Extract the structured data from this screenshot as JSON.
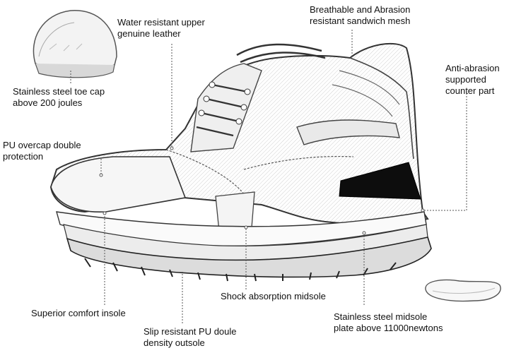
{
  "diagram": {
    "labels": {
      "water_resistant": [
        "Water resistant upper",
        "genuine leather"
      ],
      "breathable": [
        "Breathable and Abrasion",
        "resistant sandwich mesh"
      ],
      "toe_cap": [
        "Stainless steel toe cap",
        "above 200 joules"
      ],
      "anti_abrasion": [
        "Anti-abrasion",
        "supported",
        "counter part"
      ],
      "pu_overcap": [
        "PU overcap double",
        "protection"
      ],
      "shock": [
        "Shock absorption midsole"
      ],
      "comfort_insole": [
        "Superior comfort insole"
      ],
      "steel_midsole": [
        "Stainless steel midsole",
        "plate above 11000newtons"
      ],
      "outsole": [
        "Slip resistant PU doule",
        "density outsole"
      ]
    }
  }
}
